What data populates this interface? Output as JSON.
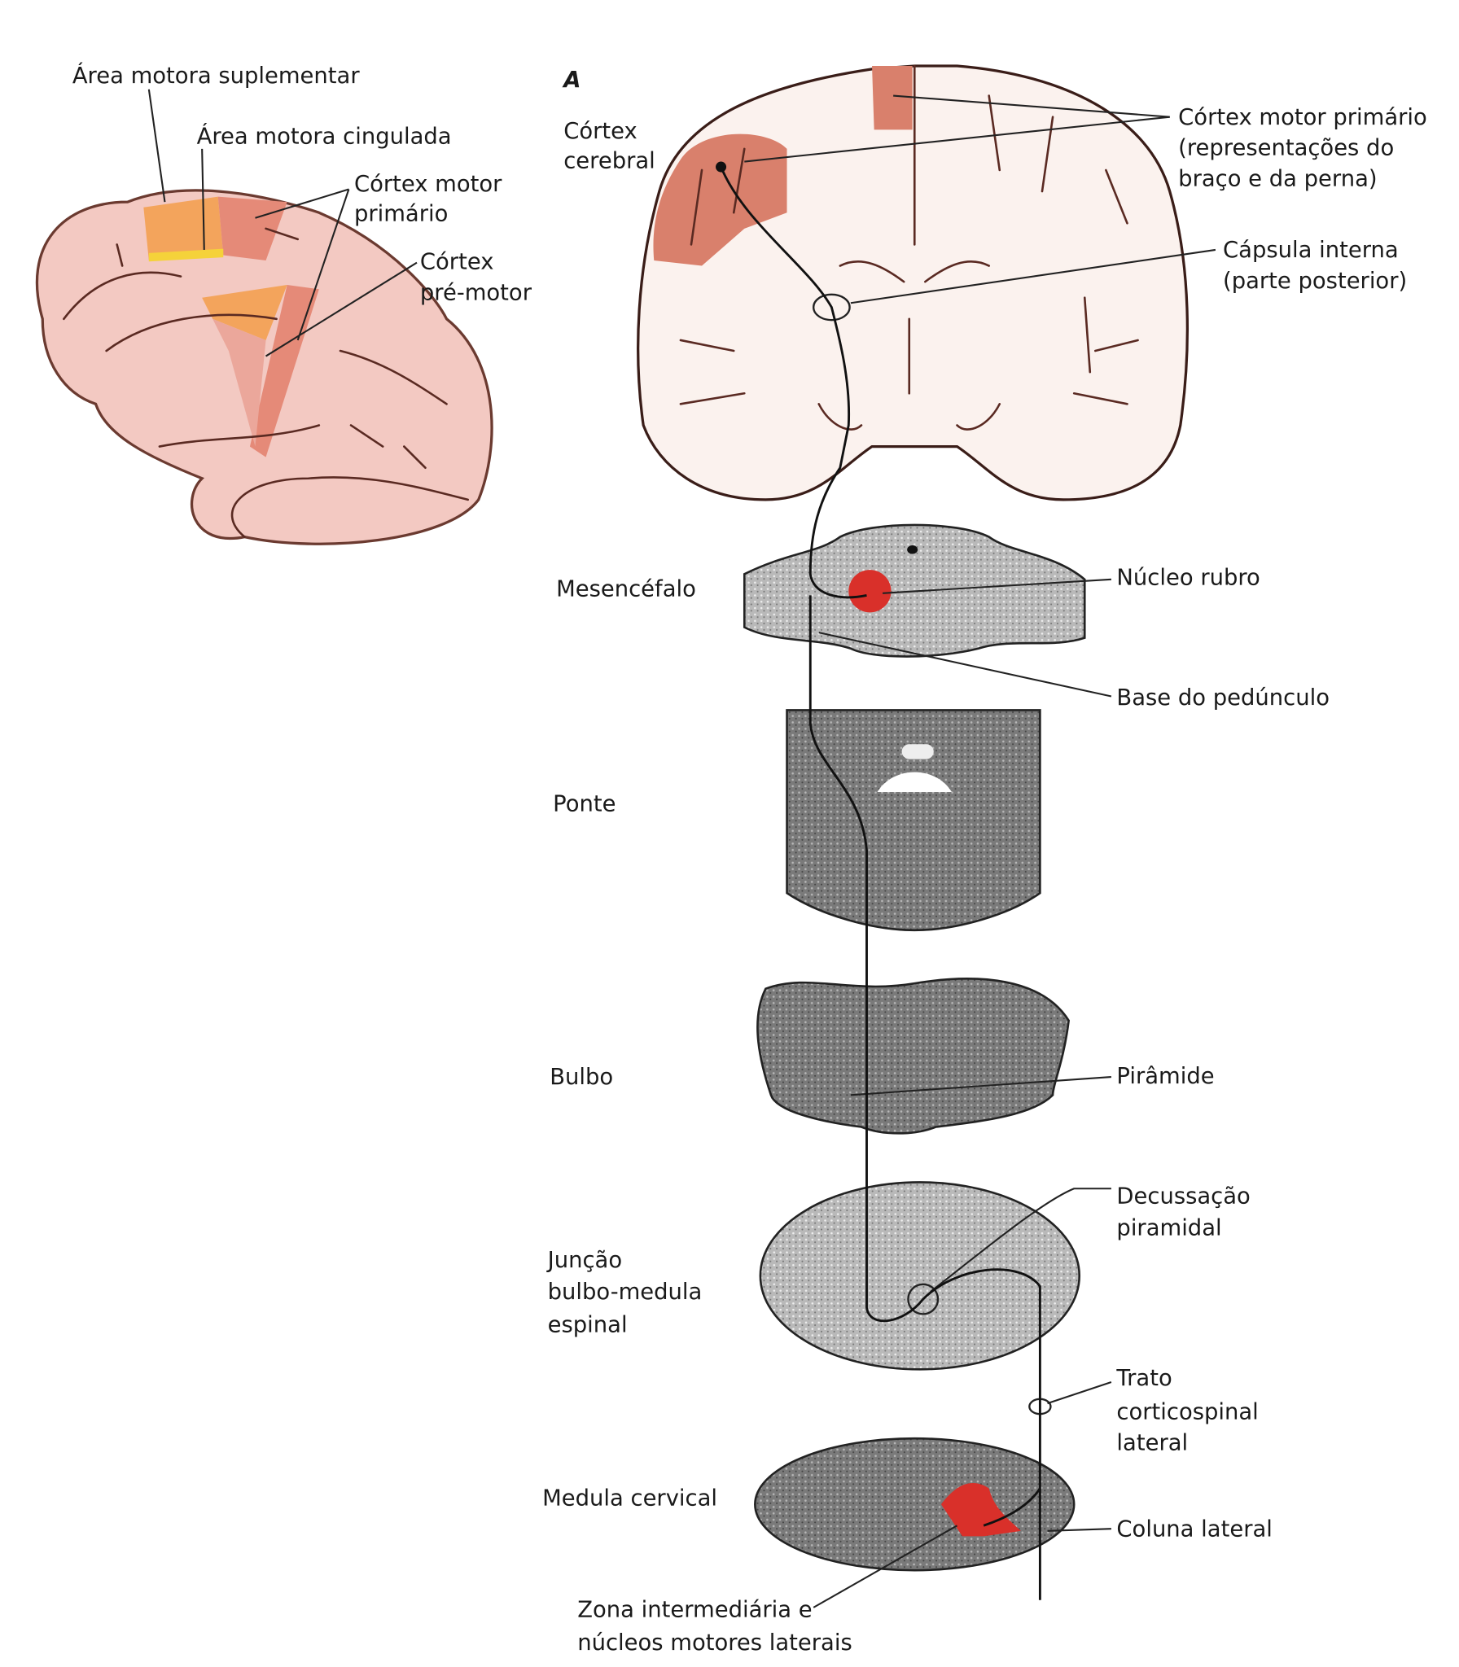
{
  "panel_letter": "A",
  "colors": {
    "brain_pink": "#f3c9c2",
    "primary_motor": "#e58a78",
    "supplementary_motor": "#f3a45c",
    "cingulate_motor": "#f5d23a",
    "red_nucleus": "#d9302a",
    "section_gray": "#8a8a8a"
  },
  "lateral_brain_labels": {
    "supplementary_motor_area": "Área motora suplementar",
    "cingulate_motor_area": "Área motora cingulada",
    "primary_motor_cortex": [
      "Córtex motor",
      "primário"
    ],
    "premotor_cortex": [
      "Córtex",
      "pré-motor"
    ]
  },
  "levels": {
    "cerebral_cortex": [
      "Córtex",
      "cerebral"
    ],
    "midbrain": "Mesencéfalo",
    "pons": "Ponte",
    "medulla": "Bulbo",
    "junction": [
      "Junção",
      "bulbo-medula",
      "espinal"
    ],
    "cervical_cord": "Medula cervical"
  },
  "structures": {
    "primary_motor_cortex": [
      "Córtex motor primário",
      "(representações do",
      "braço e da perna)"
    ],
    "internal_capsule": [
      "Cápsula interna",
      "(parte posterior)"
    ],
    "red_nucleus": "Núcleo rubro",
    "cerebral_peduncle_base": "Base do pedúnculo",
    "pyramid": "Pirâmide",
    "pyramidal_decussation": [
      "Decussação",
      "piramidal"
    ],
    "lateral_corticospinal_tract": [
      "Trato",
      "corticospinal",
      "lateral"
    ],
    "lateral_column": "Coluna lateral",
    "intermediate_zone": [
      "Zona intermediária e",
      "núcleos motores laterais"
    ]
  }
}
